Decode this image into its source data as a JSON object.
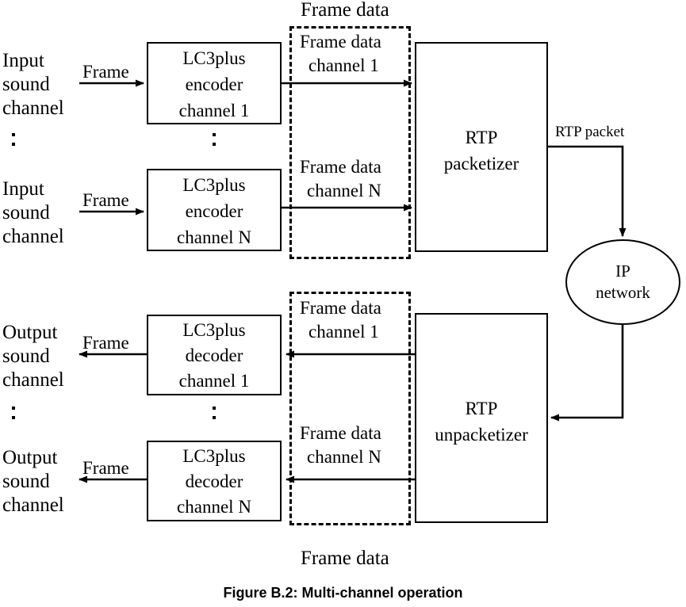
{
  "figure": {
    "caption": "Figure B.2: Multi-channel operation",
    "top_group_label": "Frame data",
    "bottom_group_label": "Frame data"
  },
  "encoder_section": {
    "inputs": [
      {
        "line1": "Input",
        "line2": "sound",
        "line3": "channel",
        "arrow_label": "Frame"
      },
      {
        "line1": "Input",
        "line2": "sound",
        "line3": "channel",
        "arrow_label": "Frame"
      }
    ],
    "encoders": [
      {
        "line1": "LC3plus",
        "line2": "encoder",
        "line3": "channel 1"
      },
      {
        "line1": "LC3plus",
        "line2": "encoder",
        "line3": "channel N"
      }
    ],
    "framedata_labels": [
      {
        "line1": "Frame data",
        "line2": "channel 1"
      },
      {
        "line1": "Frame data",
        "line2": "channel N"
      }
    ],
    "packetizer": {
      "line1": "RTP",
      "line2": "packetizer"
    },
    "output_label": "RTP packet",
    "ellipsis": ":"
  },
  "decoder_section": {
    "outputs": [
      {
        "line1": "Output",
        "line2": "sound",
        "line3": "channel",
        "arrow_label": "Frame"
      },
      {
        "line1": "Output",
        "line2": "sound",
        "line3": "channel",
        "arrow_label": "Frame"
      }
    ],
    "decoders": [
      {
        "line1": "LC3plus",
        "line2": "decoder",
        "line3": "channel 1"
      },
      {
        "line1": "LC3plus",
        "line2": "decoder",
        "line3": "channel N"
      }
    ],
    "framedata_labels": [
      {
        "line1": "Frame data",
        "line2": "channel 1"
      },
      {
        "line1": "Frame data",
        "line2": "channel N"
      }
    ],
    "unpacketizer": {
      "line1": "RTP",
      "line2": "unpacketizer"
    },
    "ellipsis": ":"
  },
  "network": {
    "line1": "IP",
    "line2": "network"
  },
  "colors": {
    "stroke": "#000000",
    "background": "#ffffff"
  }
}
